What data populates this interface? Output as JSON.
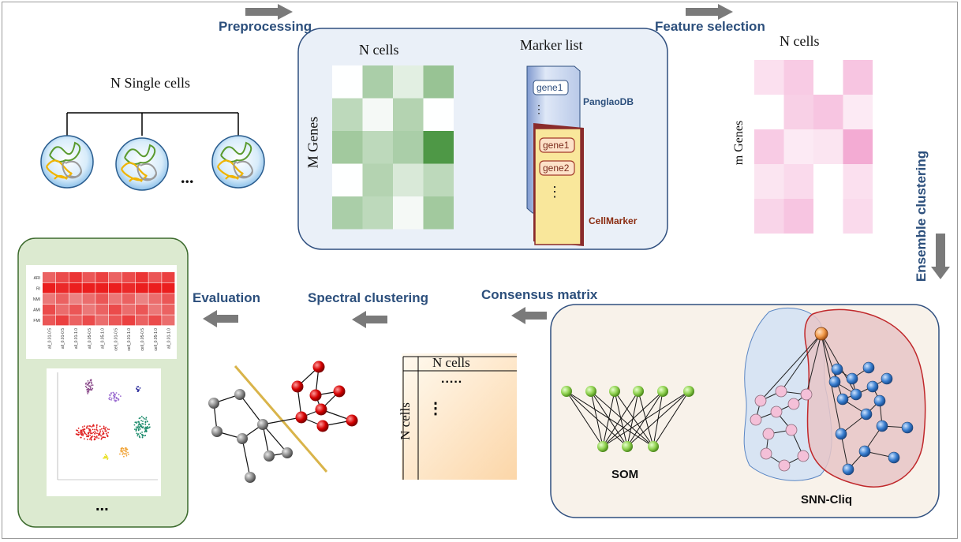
{
  "steps": {
    "preprocessing": "Preprocessing",
    "feature_selection": "Feature selection",
    "ensemble_clustering": "Ensemble clustering",
    "consensus_matrix": "Consensus matrix",
    "spectral_clustering": "Spectral clustering",
    "evaluation": "Evaluation"
  },
  "single_cells": {
    "title": "N Single cells",
    "ellipsis": "..."
  },
  "preprocess_box": {
    "n_cells": "N cells",
    "m_genes": "M Genes",
    "marker_list": "Marker list",
    "panglao": {
      "name": "PanglaoDB",
      "gene1": "gene1",
      "dots": "⋮"
    },
    "cellmarker": {
      "name": "CellMarker",
      "gene1": "gene1",
      "gene2": "gene2",
      "dots": "⋮"
    }
  },
  "feature_matrix": {
    "n_cells": "N cells",
    "m_genes": "m Genes"
  },
  "ensemble_box": {
    "som": "SOM",
    "snn": "SNN-Cliq"
  },
  "consensus": {
    "n_cells_top": "N cells",
    "n_cells_left": "N cells",
    "dots_h": ".....",
    "dots_v": "⋮"
  },
  "evaluation_box": {
    "heatmap_rows": [
      "ARI",
      "RI",
      "NMI",
      "AMI",
      "FMI"
    ],
    "heatmap_cols": [
      "all_0.01-0.5",
      "all_0.01-0.5",
      "all_0.01-1.0",
      "all_0.05-0.5",
      "all_0.05-1.0",
      "cell_0.01-0.5",
      "cell_0.01-1.0",
      "cell_0.05-0.5",
      "cell_0.05-1.0",
      "all_0.01-1.0"
    ],
    "ellipsis": "..."
  },
  "colors": {
    "step_text": "#2c4f7c",
    "box_fill": "#eaf0f8",
    "box_stroke": "#2f4f7f",
    "green_fill": "#dcead0",
    "green_stroke": "#3d6b2e",
    "red_nodes": "#cc0000",
    "blue_nodes": "#3a7fd0",
    "pink_nodes": "#f4c0d8",
    "som_nodes": "#8fd14f"
  }
}
